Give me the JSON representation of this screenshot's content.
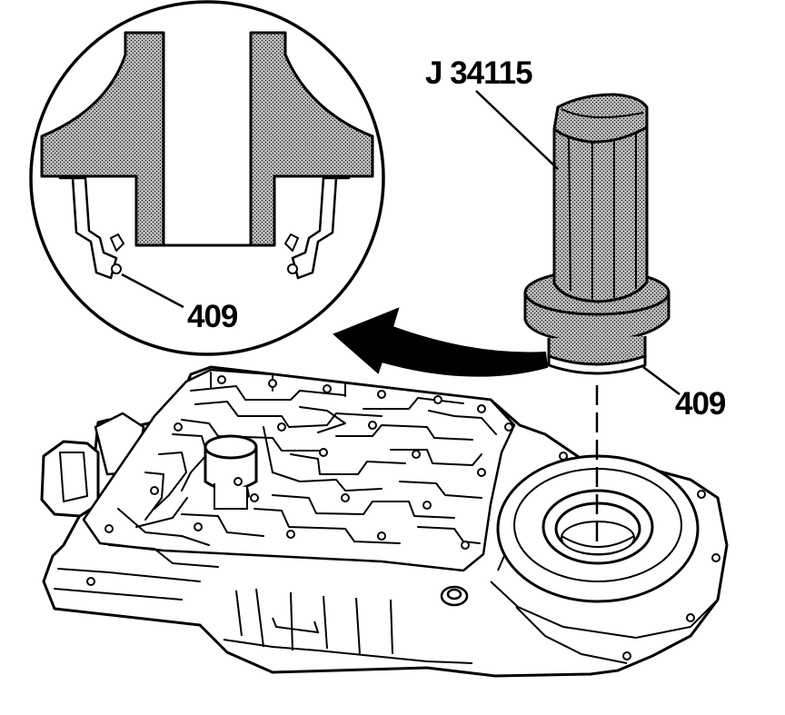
{
  "labels": {
    "tool_number": "J 34115",
    "seal_detail": "409",
    "seal_main": "409"
  },
  "colors": {
    "ink": "#000000",
    "paper": "#ffffff",
    "stipple": "#a9a9a9"
  }
}
